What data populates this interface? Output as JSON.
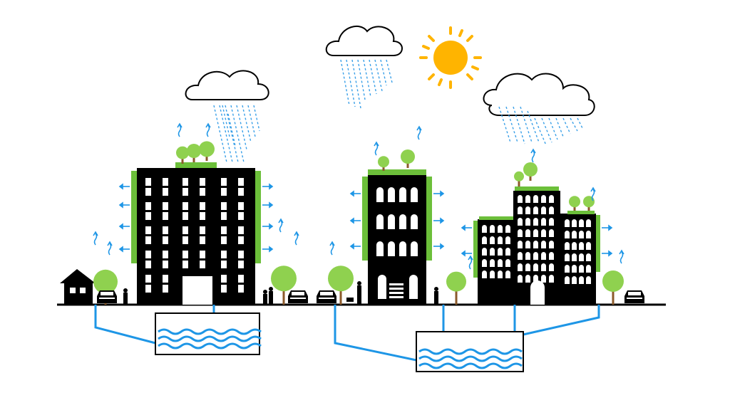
{
  "illustration": {
    "colors": {
      "background": "#ffffff",
      "building": "#000000",
      "window": "#ffffff",
      "water": "#1e96e6",
      "rain": "#3aa0e8",
      "greenery": "#8fd14f",
      "green_wall": "#6cbf3a",
      "tree_trunk": "#8b5a2b",
      "sun": "#ffb400",
      "cloud_stroke": "#000000",
      "cloud_fill": "#ffffff",
      "ground": "#000000"
    },
    "icons": [
      "cloud-icon",
      "sun-icon",
      "rain-icon",
      "tree-icon",
      "house-icon",
      "car-icon",
      "person-icon",
      "water-tank-icon",
      "green-wall-icon",
      "evaporation-arrow-icon"
    ],
    "buildings": [
      {
        "name": "left-tower",
        "green_roof": true,
        "green_walls": true
      },
      {
        "name": "middle-tower",
        "green_roof": true,
        "green_walls": true
      },
      {
        "name": "right-complex",
        "green_roof": true,
        "green_walls": true
      }
    ],
    "clouds": 3,
    "storage_tanks": 2
  }
}
